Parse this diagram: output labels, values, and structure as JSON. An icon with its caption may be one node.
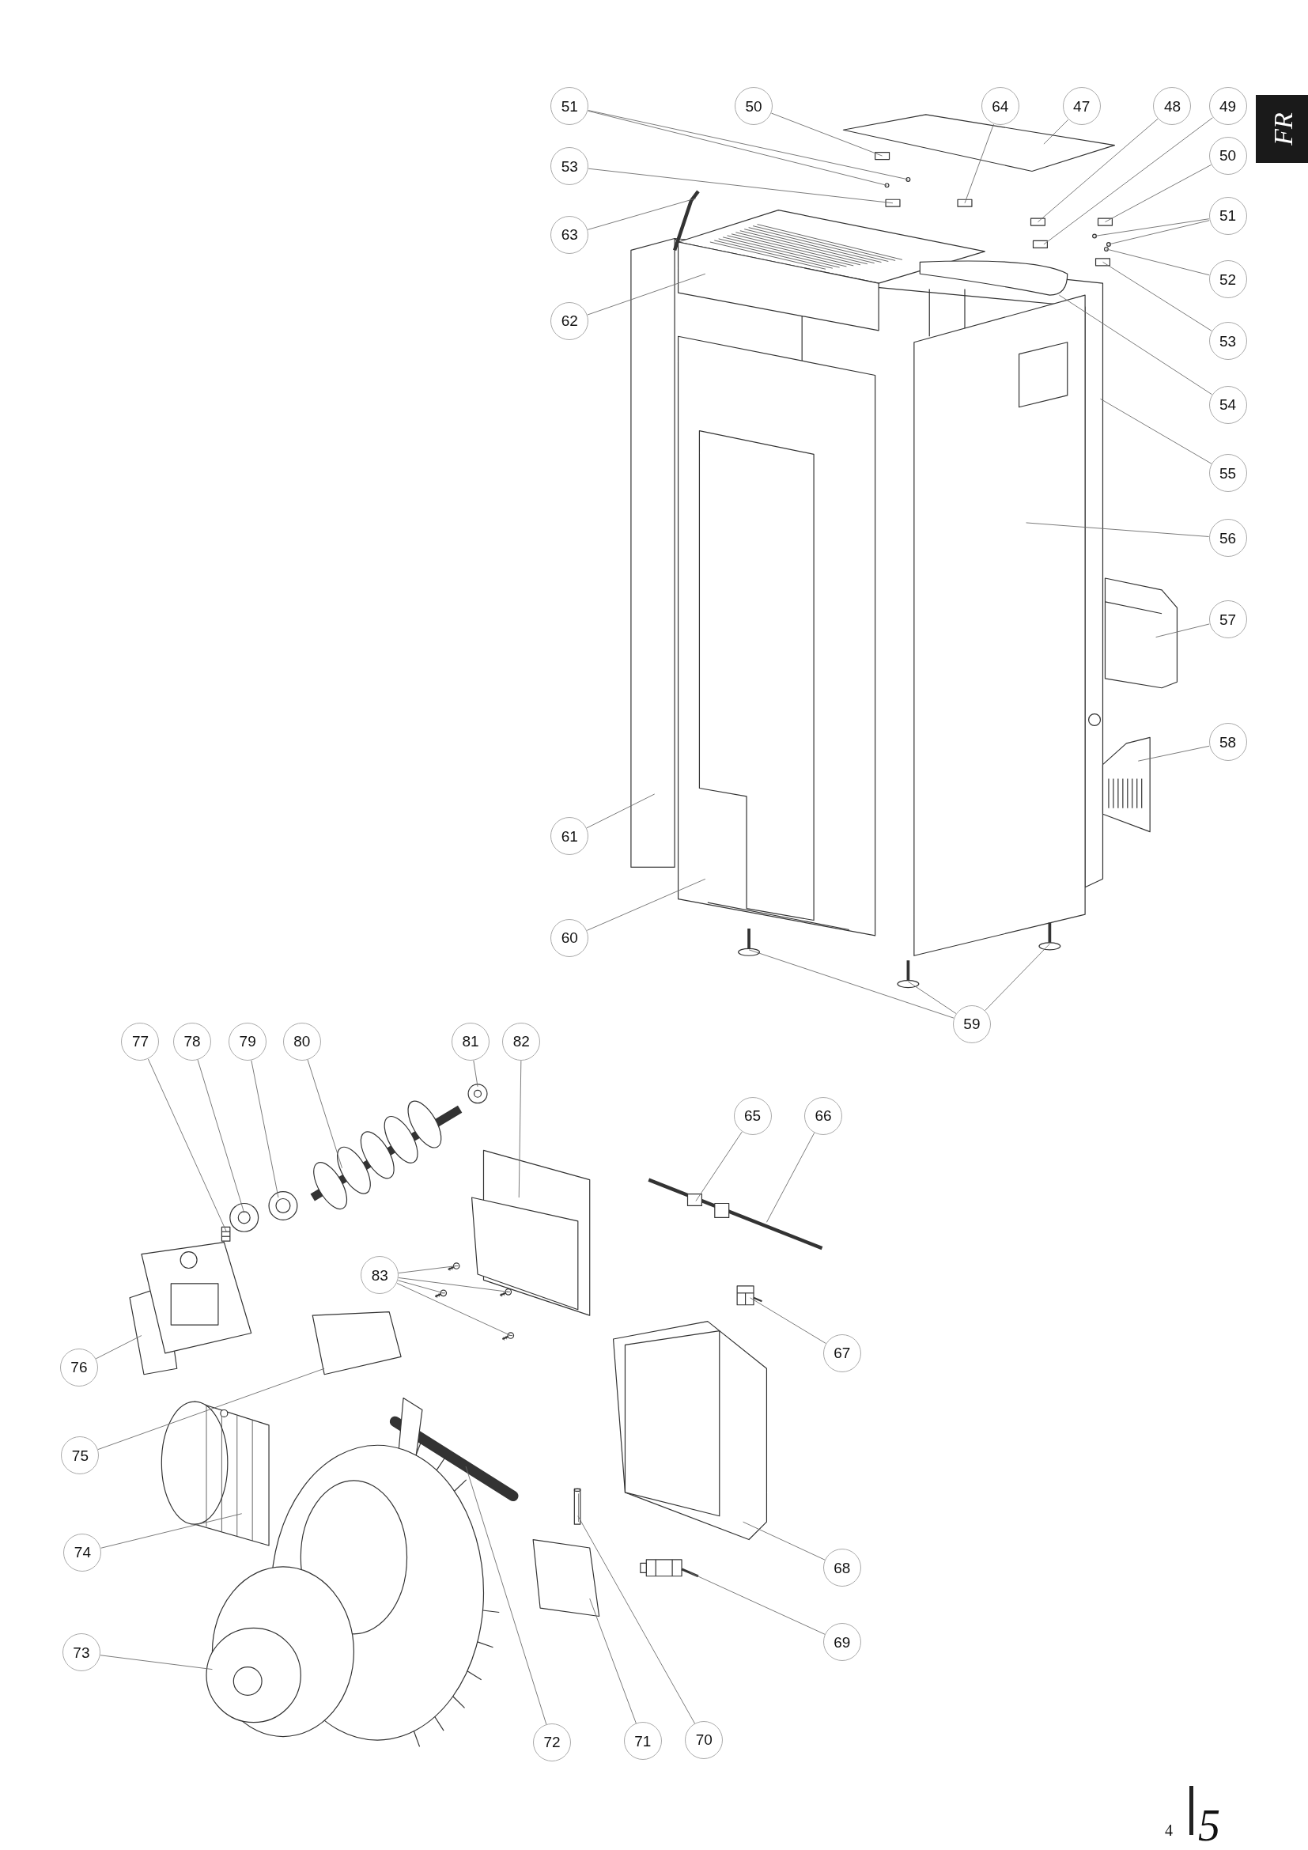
{
  "diagram": {
    "nodes": [
      {
        "text": [
          "51"
        ]
      },
      {
        "text": [
          "50"
        ]
      },
      {
        "text": [
          "64"
        ]
      },
      {
        "text": [
          "47"
        ]
      },
      {
        "text": [
          "48"
        ]
      },
      {
        "text": [
          "49"
        ]
      },
      {
        "text": [
          "FR"
        ]
      },
      {
        "text": [
          "53"
        ]
      },
      {
        "text": [
          "50"
        ]
      },
      {
        "text": [
          "51"
        ]
      },
      {
        "text": [
          "63"
        ]
      },
      {
        "text": [
          "52"
        ]
      },
      {
        "text": [
          "62"
        ]
      },
      {
        "text": [
          "53"
        ]
      },
      {
        "text": [
          "54"
        ]
      },
      {
        "text": [
          "55"
        ]
      },
      {
        "text": [
          "56"
        ]
      },
      {
        "text": [
          "57"
        ]
      },
      {
        "text": [
          "58"
        ]
      },
      {
        "text": [
          "61"
        ]
      },
      {
        "text": [
          "60"
        ]
      },
      {
        "text": [
          "59"
        ]
      },
      {
        "text": [
          "77"
        ]
      },
      {
        "text": [
          "78"
        ]
      },
      {
        "text": [
          "79"
        ]
      },
      {
        "text": [
          "80"
        ]
      },
      {
        "text": [
          "81"
        ]
      },
      {
        "text": [
          "82"
        ]
      },
      {
        "text": [
          "65"
        ]
      },
      {
        "text": [
          "66"
        ]
      },
      {
        "text": [
          "83"
        ]
      },
      {
        "text": [
          "67"
        ]
      },
      {
        "text": [
          "76"
        ]
      },
      {
        "text": [
          "75"
        ]
      },
      {
        "text": [
          "74"
        ]
      },
      {
        "text": [
          "68"
        ]
      },
      {
        "text": [
          "69"
        ]
      },
      {
        "text": [
          "73"
        ]
      },
      {
        "text": [
          "70"
        ]
      },
      {
        "text": [
          "71"
        ]
      },
      {
        "text": [
          "72"
        ]
      },
      {
        "text": [],
        "shape": "picture"
      },
      {
        "text": [],
        "shape": "picture"
      },
      {
        "text": [],
        "shape": "picture"
      },
      {
        "text": [],
        "shape": "picture"
      },
      {
        "text": [],
        "shape": "picture"
      },
      {
        "text": [],
        "shape": "picture"
      },
      {
        "text": [],
        "shape": "picture"
      },
      {
        "text": [],
        "shape": "picture"
      },
      {
        "text": [],
        "shape": "picture"
      },
      {
        "text": [],
        "shape": "picture"
      },
      {
        "text": [],
        "shape": "picture"
      },
      {
        "text": [],
        "shape": "picture"
      },
      {
        "text": [],
        "shape": "picture"
      },
      {
        "text": [],
        "shape": "picture"
      },
      {
        "text": [],
        "shape": "picture"
      },
      {
        "text": [],
        "shape": "picture"
      },
      {
        "text": [],
        "shape": "picture"
      },
      {
        "text": [],
        "shape": "picture"
      },
      {
        "text": [],
        "shape": "picture"
      },
      {
        "text": [],
        "shape": "picture"
      },
      {
        "text": [],
        "shape": "picture"
      }
    ],
    "edges": [
      {
        "from": 0,
        "to": null,
        "arrow": "none"
      },
      {
        "from": 0,
        "to": null,
        "arrow": "none"
      },
      {
        "from": 1,
        "to": null,
        "arrow": "none"
      },
      {
        "from": 2,
        "to": null,
        "arrow": "none"
      },
      {
        "from": 3,
        "to": null,
        "arrow": "none"
      },
      {
        "from": 4,
        "to": null,
        "arrow": "none"
      },
      {
        "from": 5,
        "to": null,
        "arrow": "none"
      },
      {
        "from": 7,
        "to": null,
        "arrow": "none"
      },
      {
        "from": 8,
        "to": null,
        "arrow": "none"
      },
      {
        "from": 9,
        "to": null,
        "arrow": "none"
      },
      {
        "from": 9,
        "to": null,
        "arrow": "none"
      },
      {
        "from": 10,
        "to": null,
        "arrow": "none"
      },
      {
        "from": 11,
        "to": null,
        "arrow": "none"
      },
      {
        "from": 12,
        "to": null,
        "arrow": "none"
      },
      {
        "from": 13,
        "to": null,
        "arrow": "none"
      },
      {
        "from": 14,
        "to": null,
        "arrow": "none"
      },
      {
        "from": 15,
        "to": null,
        "arrow": "none"
      },
      {
        "from": 16,
        "to": null,
        "arrow": "none"
      },
      {
        "from": 17,
        "to": null,
        "arrow": "none"
      },
      {
        "from": 18,
        "to": null,
        "arrow": "none"
      },
      {
        "from": 19,
        "to": null,
        "arrow": "none"
      },
      {
        "from": 20,
        "to": null,
        "arrow": "none"
      },
      {
        "from": 21,
        "to": null,
        "arrow": "none"
      },
      {
        "from": 21,
        "to": null,
        "arrow": "none"
      },
      {
        "from": 21,
        "to": null,
        "arrow": "none"
      },
      {
        "from": 22,
        "to": 42,
        "arrow": "none"
      },
      {
        "from": 23,
        "to": 43,
        "arrow": "none"
      },
      {
        "from": 24,
        "to": 44,
        "arrow": "none"
      },
      {
        "from": 25,
        "to": 45,
        "arrow": "none"
      },
      {
        "from": 26,
        "to": 46,
        "arrow": "none"
      },
      {
        "from": 27,
        "to": 47,
        "arrow": "none"
      },
      {
        "from": 28,
        "to": 48,
        "arrow": "none"
      },
      {
        "from": 29,
        "to": 48,
        "arrow": "none"
      },
      {
        "from": 30,
        "to": 49,
        "arrow": "none"
      },
      {
        "from": 30,
        "to": 50,
        "arrow": "none"
      },
      {
        "from": 30,
        "to": 51,
        "arrow": "none"
      },
      {
        "from": 30,
        "to": 52,
        "arrow": "none"
      },
      {
        "from": 31,
        "to": 53,
        "arrow": "none"
      },
      {
        "from": 32,
        "to": 41,
        "arrow": "none"
      },
      {
        "from": 33,
        "to": 59,
        "arrow": "none"
      },
      {
        "from": 34,
        "to": 60,
        "arrow": "none"
      },
      {
        "from": 35,
        "to": 54,
        "arrow": "none"
      },
      {
        "from": 36,
        "to": 55,
        "arrow": "none"
      },
      {
        "from": 37,
        "to": 61,
        "arrow": "none"
      },
      {
        "from": 38,
        "to": 56,
        "arrow": "none"
      },
      {
        "from": 39,
        "to": 57,
        "arrow": "none"
      },
      {
        "from": 40,
        "to": 58,
        "arrow": "none"
      }
    ],
    "labels": [
      "4",
      "5"
    ]
  }
}
